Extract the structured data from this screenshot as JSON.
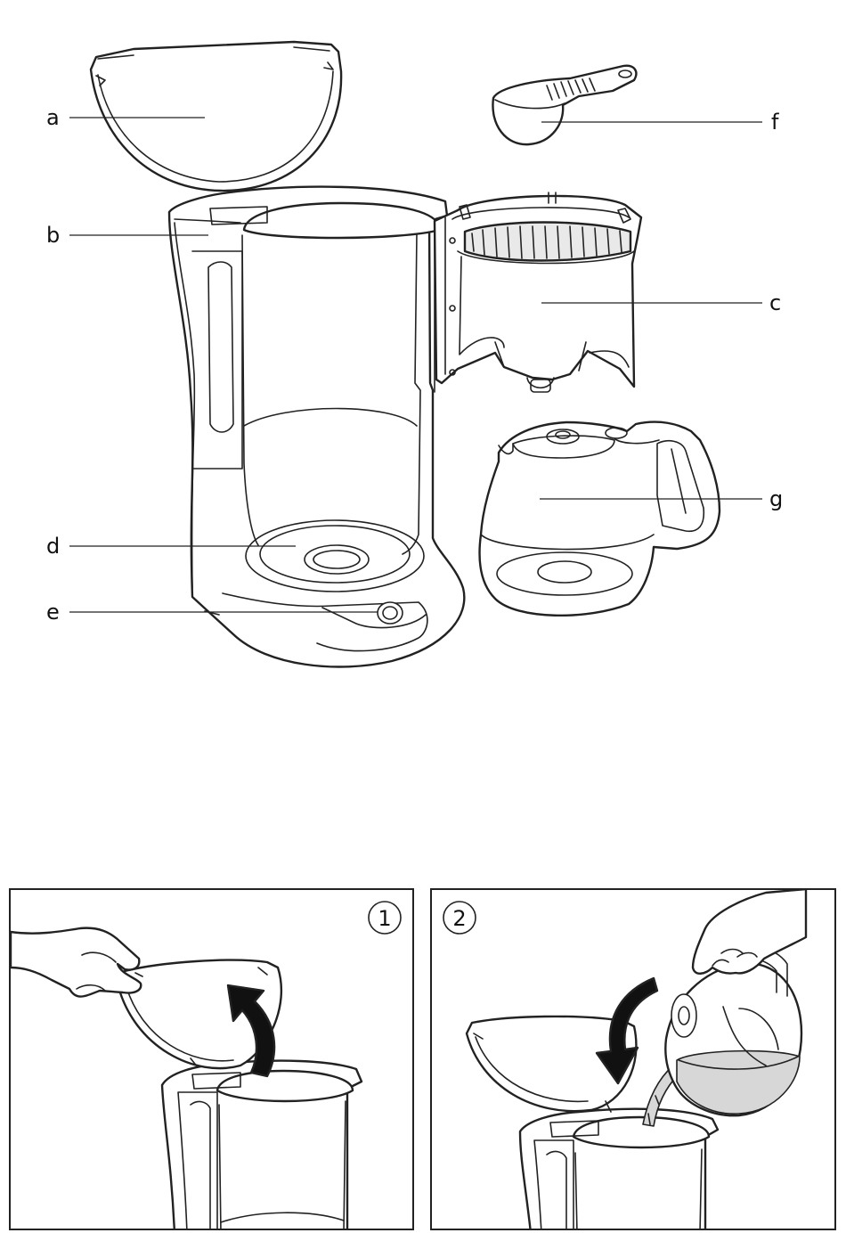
{
  "figure": {
    "labels": {
      "a": "a",
      "b": "b",
      "c": "c",
      "d": "d",
      "e": "e",
      "f": "f",
      "g": "g"
    }
  },
  "steps": [
    {
      "number": "1"
    },
    {
      "number": "2"
    }
  ]
}
